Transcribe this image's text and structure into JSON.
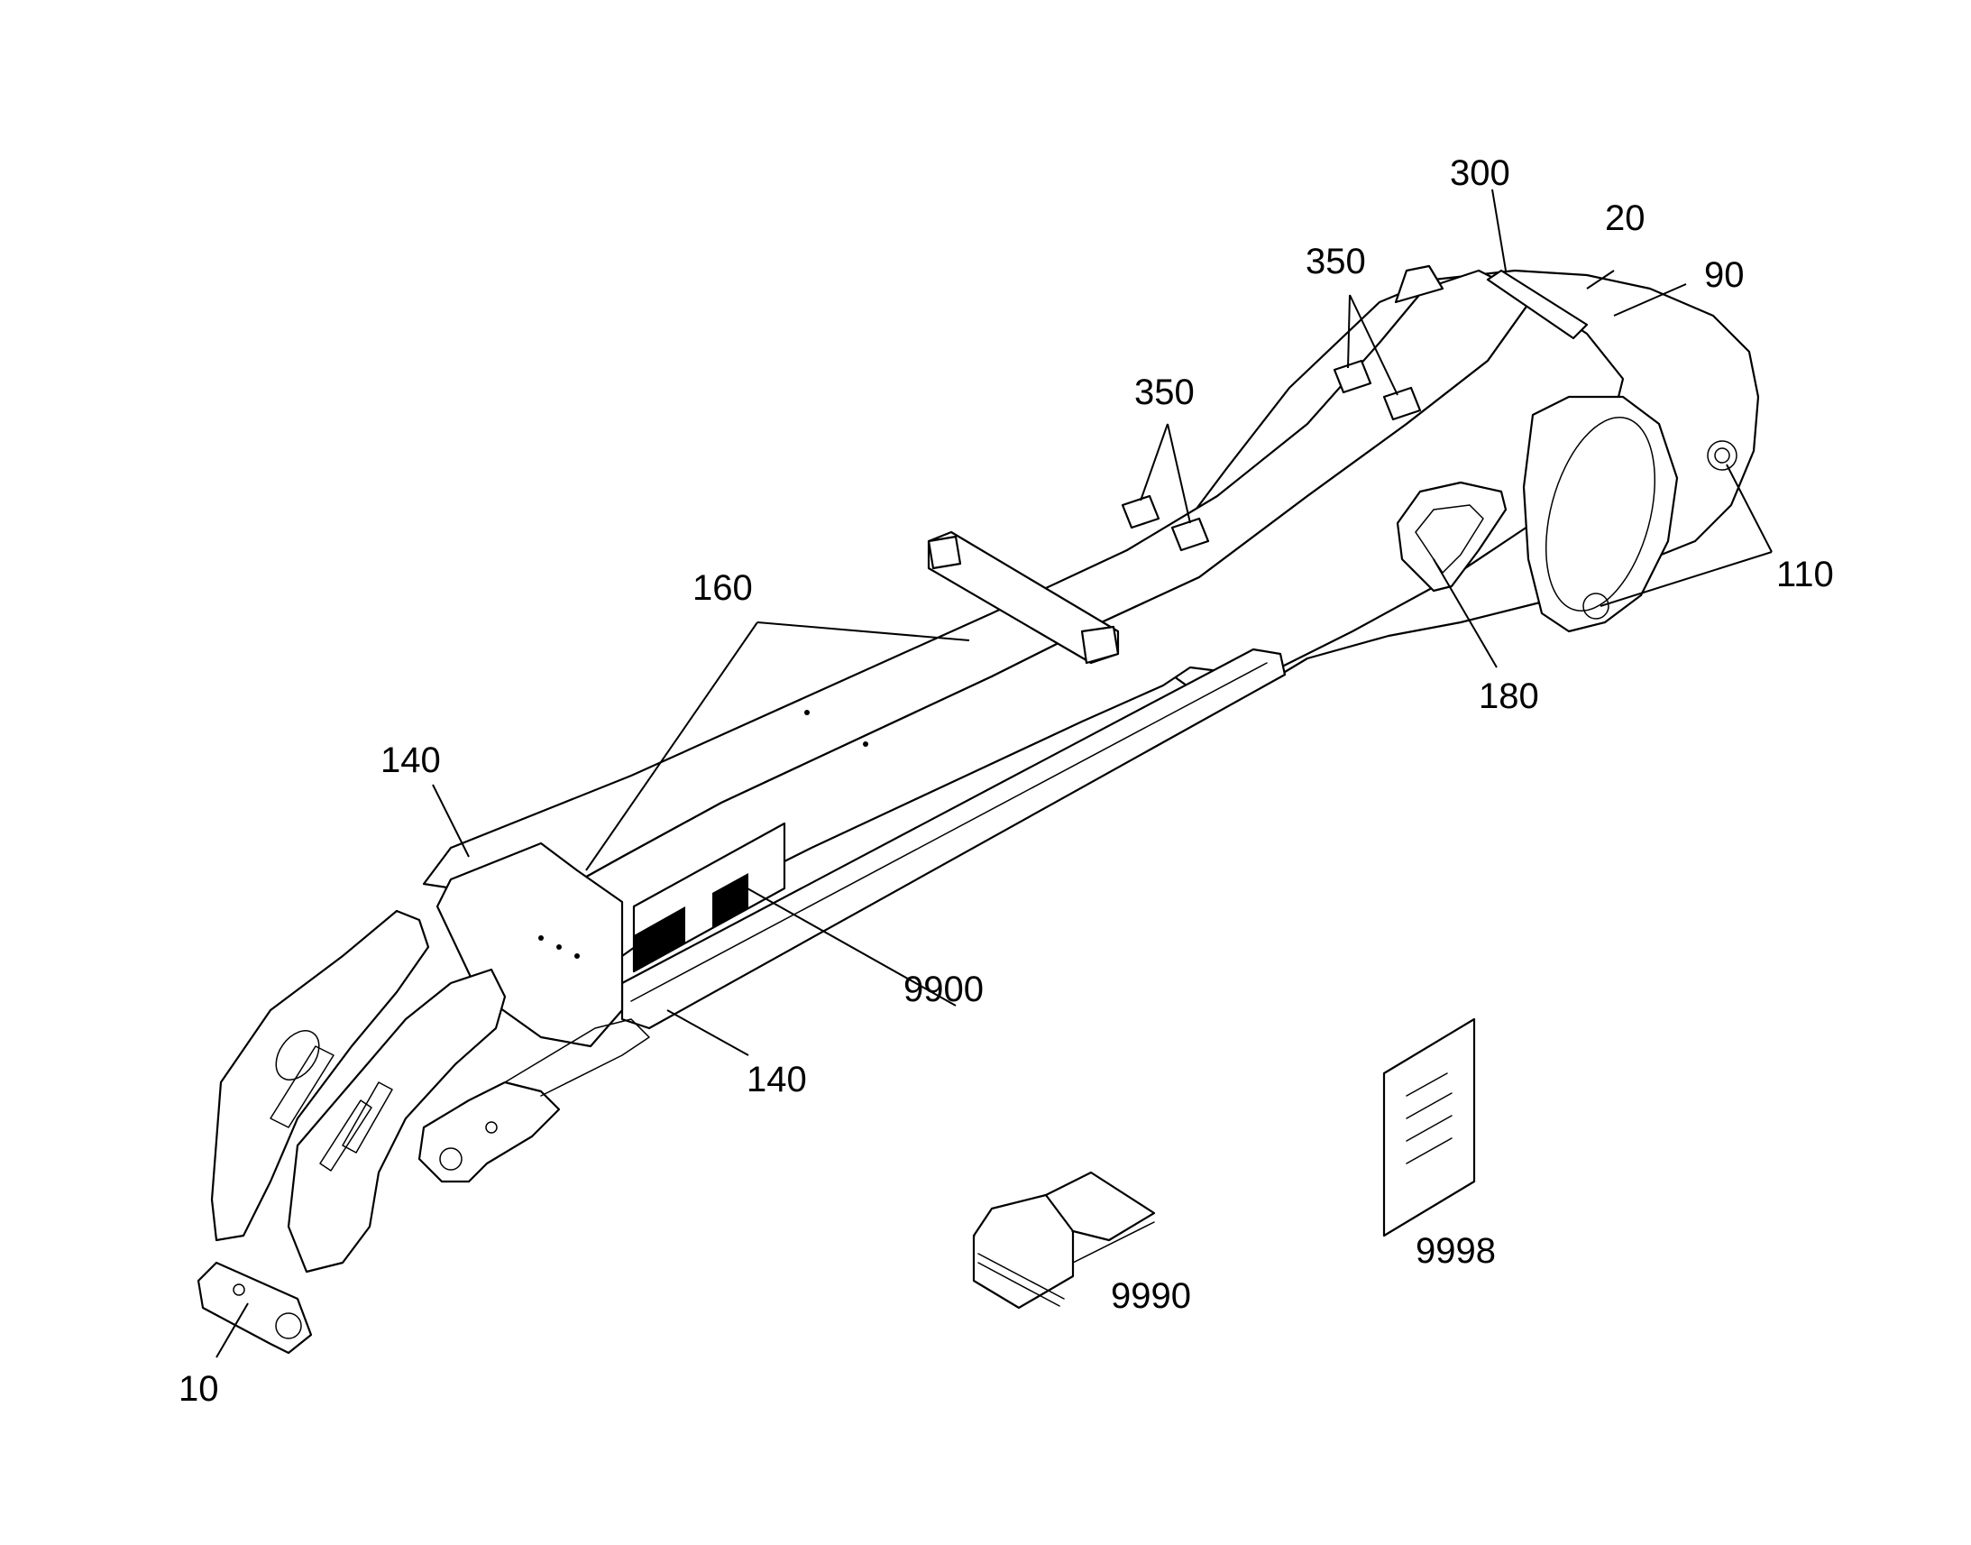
{
  "callouts": [
    {
      "id": "c10",
      "label": "10"
    },
    {
      "id": "c20",
      "label": "20"
    },
    {
      "id": "c90",
      "label": "90"
    },
    {
      "id": "c110",
      "label": "110"
    },
    {
      "id": "c140a",
      "label": "140"
    },
    {
      "id": "c140b",
      "label": "140"
    },
    {
      "id": "c160",
      "label": "160"
    },
    {
      "id": "c180",
      "label": "180"
    },
    {
      "id": "c300",
      "label": "300"
    },
    {
      "id": "c350a",
      "label": "350"
    },
    {
      "id": "c350b",
      "label": "350"
    },
    {
      "id": "c9900",
      "label": "9900"
    },
    {
      "id": "c9990",
      "label": "9990"
    },
    {
      "id": "c9998",
      "label": "9998"
    }
  ]
}
